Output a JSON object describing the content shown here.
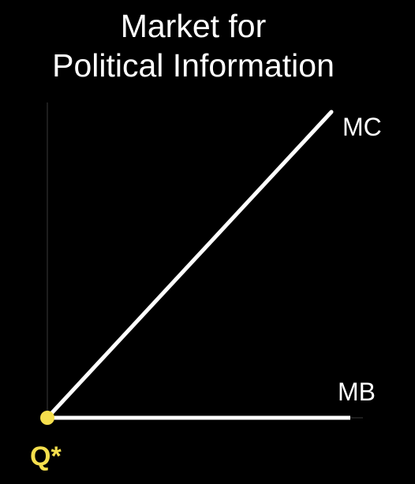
{
  "colors": {
    "background": "#000000",
    "curves": "#ffffff",
    "axes": "#3a3a3a",
    "equilibrium": "#f5df4d"
  },
  "chart_data": {
    "type": "line",
    "title_lines": [
      "Market for",
      "Political Information"
    ],
    "xlabel": "",
    "ylabel": "",
    "xlim": [
      0,
      10
    ],
    "ylim": [
      0,
      10
    ],
    "grid": false,
    "legend": "none",
    "series": [
      {
        "name": "MC",
        "x": [
          0,
          9
        ],
        "y": [
          0,
          9.7
        ]
      },
      {
        "name": "MB",
        "x": [
          0,
          9.6
        ],
        "y": [
          0,
          0
        ]
      }
    ],
    "equilibrium": {
      "label": "Q*",
      "x": 0,
      "y": 0
    }
  }
}
